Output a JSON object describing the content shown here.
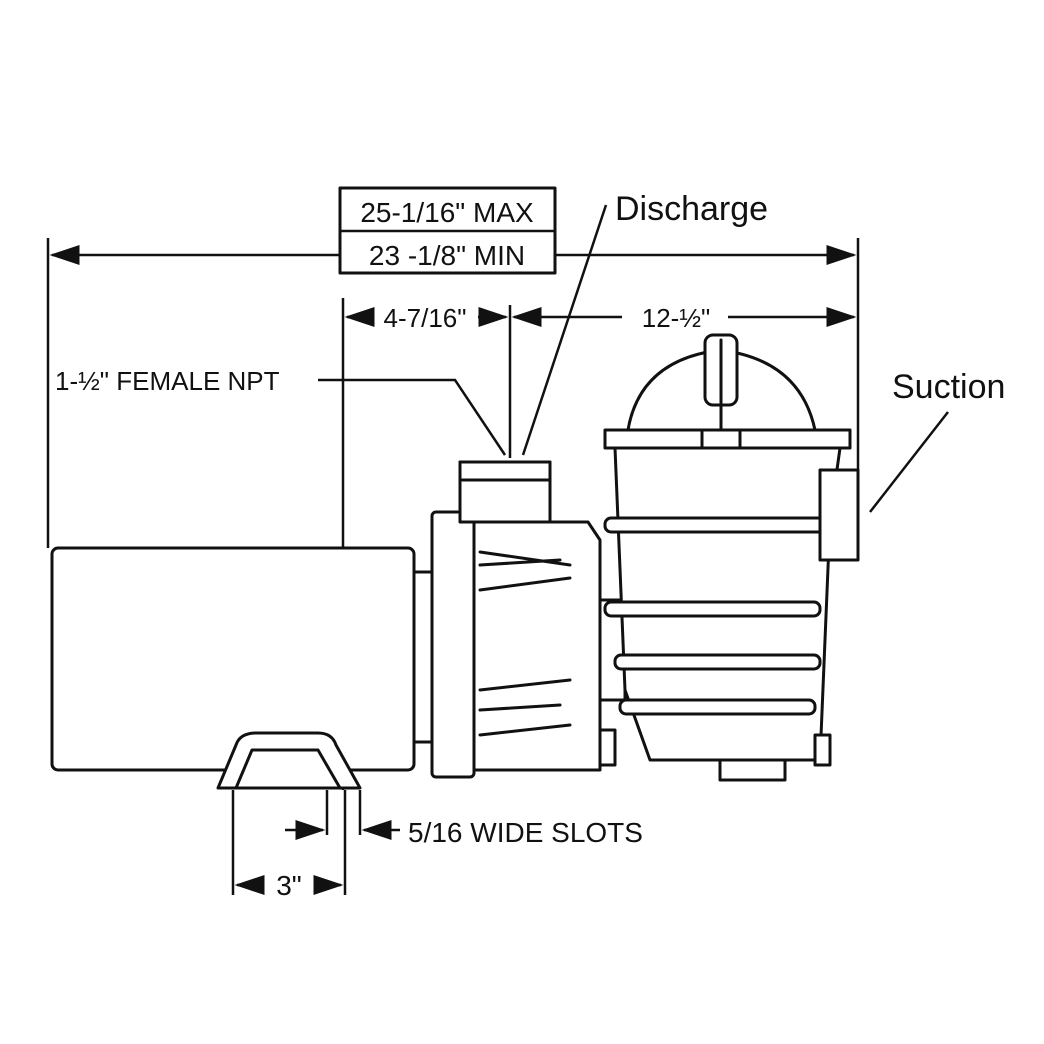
{
  "dimensions": {
    "overall_max": "25-1/16\" MAX",
    "overall_min": "23 -1/8\" MIN",
    "motor_to_discharge": "4-7/16\"",
    "discharge_to_suction": "12-½\"",
    "foot_width": "3\"",
    "slots": "5/16 WIDE SLOTS"
  },
  "callouts": {
    "discharge": "Discharge",
    "suction": "Suction",
    "npt": "1-½\" FEMALE NPT"
  }
}
